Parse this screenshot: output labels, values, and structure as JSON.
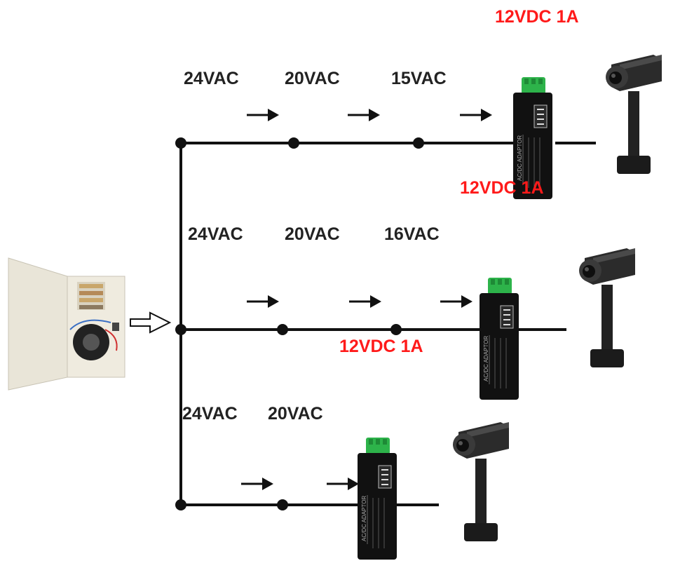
{
  "colors": {
    "wire": "#111111",
    "voltage_text": "#222222",
    "output_text": "#ff1a1a",
    "adapter_body": "#111111",
    "adapter_terminal": "#2db34a",
    "cabinet": "#eeeadf",
    "camera_body": "#2b2b2b"
  },
  "branches": [
    {
      "voltages": [
        "24VAC",
        "20VAC",
        "15VAC"
      ],
      "output": "12VDC 1A",
      "output_secondary": "12VDC 1A",
      "adapter_text": "AC/DC ADAPTOR"
    },
    {
      "voltages": [
        "24VAC",
        "20VAC",
        "16VAC"
      ],
      "output": "12VDC 1A",
      "adapter_text": "AC/DC ADAPTOR"
    },
    {
      "voltages": [
        "24VAC",
        "20VAC"
      ],
      "adapter_text": "AC/DC ADAPTOR"
    }
  ],
  "icons": {
    "power_supply": "power-supply-cabinet-icon",
    "flow_arrow": "hollow-arrow-icon",
    "current_arrow": "arrow-right-icon",
    "adapter": "ac-dc-adapter-icon",
    "camera": "cctv-camera-icon"
  }
}
